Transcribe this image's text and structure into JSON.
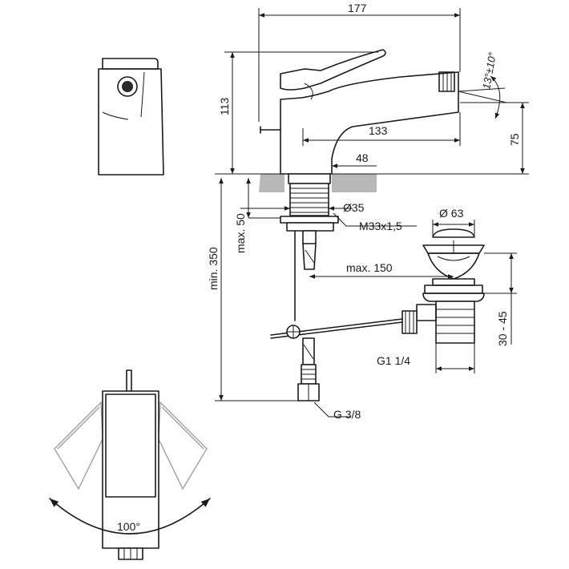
{
  "dimensions": {
    "overall_length": "177",
    "overall_height": "113",
    "spout_reach": "133",
    "spout_height": "75",
    "base_offset": "48",
    "spray_angle": "13°±10°",
    "body_diameter": "Ø35",
    "thread": "M33x1,5",
    "min_supply": "min. 350",
    "max_deck": "max. 50",
    "waste_diameter": "Ø 63",
    "max_linkage": "max. 150",
    "waste_range": "30 - 45",
    "waste_thread": "G1 1/4",
    "supply_thread": "G 3/8",
    "lever_rotation": "100°"
  }
}
